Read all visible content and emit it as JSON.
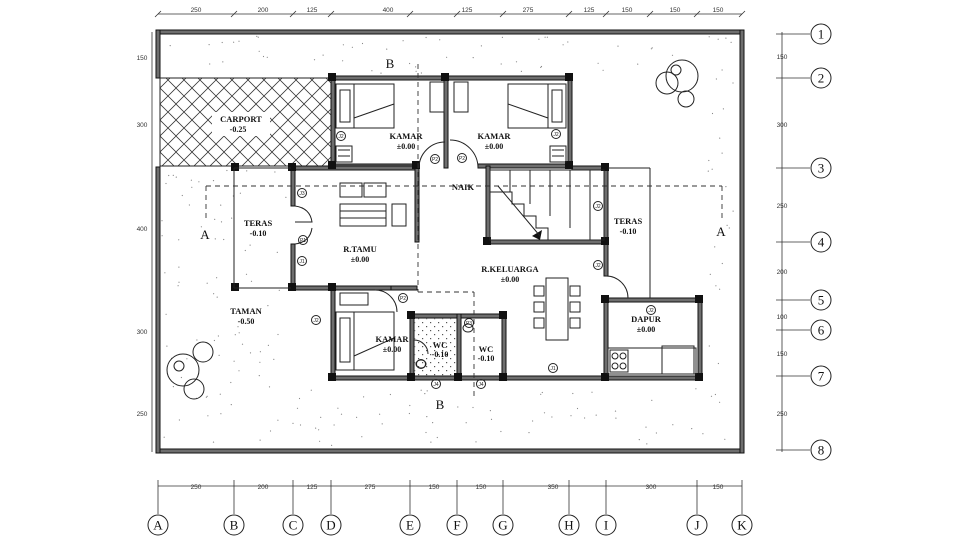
{
  "top_dimensions": [
    "250",
    "200",
    "125",
    "400",
    "125",
    "275",
    "125",
    "150",
    "150",
    "150"
  ],
  "bottom_dimensions": [
    "250",
    "200",
    "125",
    "275",
    "150",
    "150",
    "350",
    "300",
    "150"
  ],
  "left_dimensions": [
    "150",
    "300",
    "400",
    "300",
    "250"
  ],
  "right_dimensions": [
    "150",
    "300",
    "250",
    "200",
    "100",
    "150",
    "250"
  ],
  "grid_columns": [
    "A",
    "B",
    "C",
    "D",
    "E",
    "F",
    "G",
    "H",
    "I",
    "J",
    "K"
  ],
  "grid_rows": [
    "1",
    "2",
    "3",
    "4",
    "5",
    "6",
    "7",
    "8"
  ],
  "rooms": {
    "carport": {
      "name": "CARPORT",
      "level": "-0.25"
    },
    "kamar_1": {
      "name": "KAMAR",
      "level": "±0.00"
    },
    "kamar_2": {
      "name": "KAMAR",
      "level": "±0.00"
    },
    "kamar_3": {
      "name": "KAMAR",
      "level": "±0.00"
    },
    "teras_left": {
      "name": "TERAS",
      "level": "-0.10"
    },
    "teras_right": {
      "name": "TERAS",
      "level": "-0.10"
    },
    "r_tamu": {
      "name": "R.TAMU",
      "level": "±0.00"
    },
    "r_keluarga": {
      "name": "R.KELUARGA",
      "level": "±0.00"
    },
    "taman": {
      "name": "TAMAN",
      "level": "-0.50"
    },
    "dapur": {
      "name": "DAPUR",
      "level": "±0.00"
    },
    "wc_1": {
      "name": "WC",
      "level": "-0.10"
    },
    "wc_2": {
      "name": "WC",
      "level": "-0.10"
    }
  },
  "stair_label": "NAIK",
  "section_marks": {
    "a_left": "A",
    "a_right": "A",
    "b_top": "B",
    "b_bottom": "B"
  },
  "door_tags": {
    "p1": "P1",
    "p2a": "P2",
    "p2b": "P2",
    "p2c": "P2",
    "p3": "P3",
    "j1": "J1",
    "j2a": "J2",
    "j2b": "J2",
    "j2c": "J2",
    "j2d": "J2",
    "j2e": "J2",
    "j3": "J3",
    "j4a": "J4",
    "j4b": "J4"
  }
}
